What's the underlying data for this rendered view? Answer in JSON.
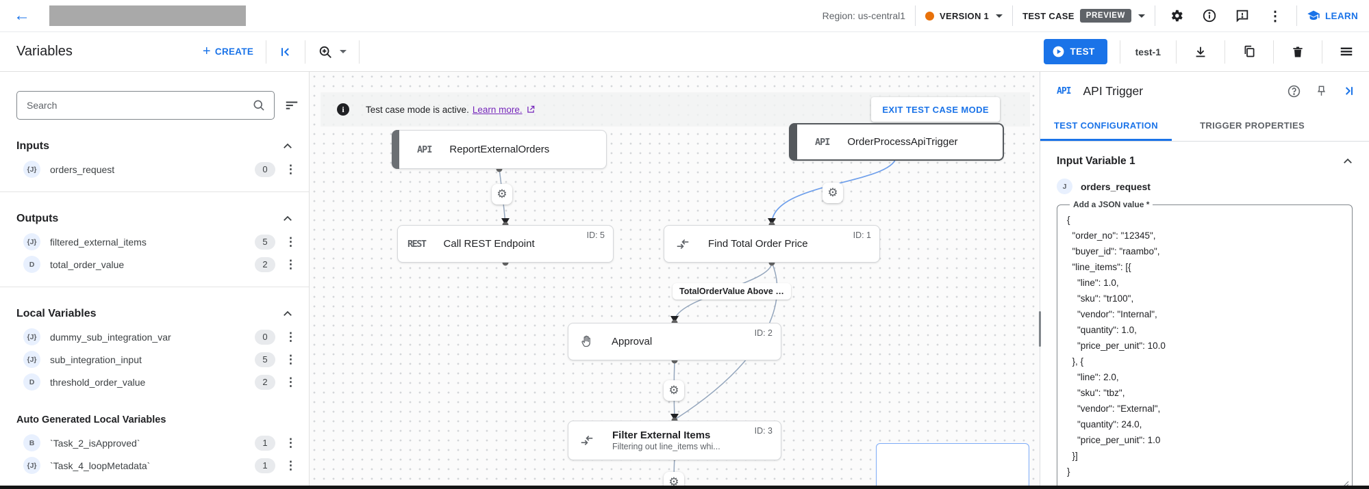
{
  "topbar": {
    "region_label": "Region: us-central1",
    "version_label": "VERSION 1",
    "test_case_label": "TEST CASE",
    "preview_badge": "PREVIEW",
    "learn_label": "LEARN"
  },
  "toolbar": {
    "title": "Variables",
    "create_label": "CREATE",
    "test_button_label": "TEST",
    "test_case_name": "test-1"
  },
  "sidebar": {
    "search_placeholder": "Search",
    "sections": [
      {
        "title": "Inputs",
        "collapsible": true,
        "divider": true,
        "items": [
          {
            "type": "J",
            "name": "orders_request",
            "count": "0"
          }
        ]
      },
      {
        "title": "Outputs",
        "collapsible": true,
        "divider": true,
        "items": [
          {
            "type": "J",
            "name": "filtered_external_items",
            "count": "5"
          },
          {
            "type": "D",
            "name": "total_order_value",
            "count": "2"
          }
        ]
      },
      {
        "title": "Local Variables",
        "collapsible": true,
        "divider": false,
        "items": [
          {
            "type": "J",
            "name": "dummy_sub_integration_var",
            "count": "0"
          },
          {
            "type": "J",
            "name": "sub_integration_input",
            "count": "5"
          },
          {
            "type": "D",
            "name": "threshold_order_value",
            "count": "2"
          }
        ]
      },
      {
        "title": "Auto Generated Local Variables",
        "collapsible": false,
        "divider": false,
        "small": true,
        "items": [
          {
            "type": "B",
            "name": "`Task_2_isApproved`",
            "count": "1"
          },
          {
            "type": "J",
            "name": "`Task_4_loopMetadata`",
            "count": "1"
          }
        ]
      }
    ]
  },
  "canvas": {
    "banner": {
      "message": "Test case mode is active.",
      "link_label": "Learn more.",
      "exit_button": "EXIT TEST CASE MODE"
    },
    "edge_label": "TotalOrderValue Above …",
    "nodes": [
      {
        "glyph": "API",
        "label": "ReportExternalOrders"
      },
      {
        "glyph": "API",
        "label": "OrderProcessApiTrigger"
      },
      {
        "glyph": "REST",
        "label": "Call REST Endpoint",
        "id": "ID: 5"
      },
      {
        "label": "Find Total Order Price",
        "id": "ID: 1"
      },
      {
        "label": "Approval",
        "id": "ID: 2"
      },
      {
        "label": "Filter External Items",
        "subtitle": "Filtering out line_items whi...",
        "id": "ID: 3"
      }
    ]
  },
  "panel": {
    "type_glyph": "API",
    "title": "API Trigger",
    "tabs": {
      "t1": "TEST CONFIGURATION",
      "t2": "TRIGGER PROPERTIES"
    },
    "section_title": "Input Variable 1",
    "variable": {
      "type": "J",
      "name": "orders_request"
    },
    "json_label": "Add a JSON value *",
    "json_value": "{\n  \"order_no\": \"12345\",\n  \"buyer_id\": \"raambo\",\n  \"line_items\": [{\n    \"line\": 1.0,\n    \"sku\": \"tr100\",\n    \"vendor\": \"Internal\",\n    \"quantity\": 1.0,\n    \"price_per_unit\": 10.0\n  }, {\n    \"line\": 2.0,\n    \"sku\": \"tbz\",\n    \"vendor\": \"External\",\n    \"quantity\": 24.0,\n    \"price_per_unit\": 1.0\n  }]\n}"
  }
}
